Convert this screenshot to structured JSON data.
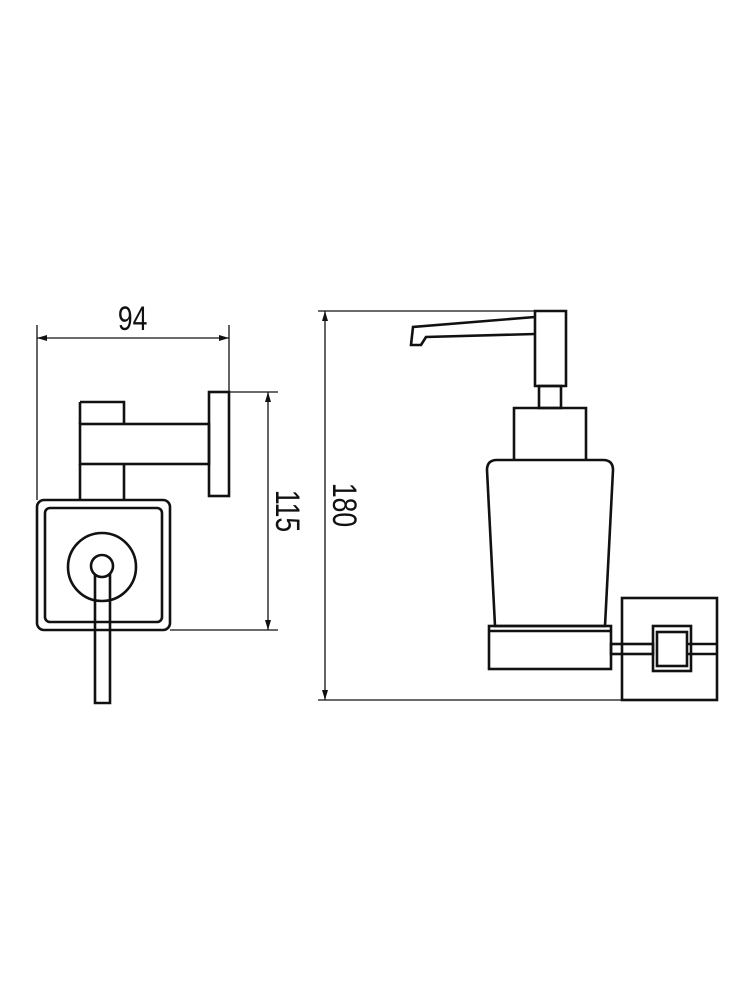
{
  "dimensions": {
    "width": "94",
    "depth": "115",
    "height": "180"
  },
  "colors": {
    "line": "#111111",
    "background": "#ffffff"
  }
}
